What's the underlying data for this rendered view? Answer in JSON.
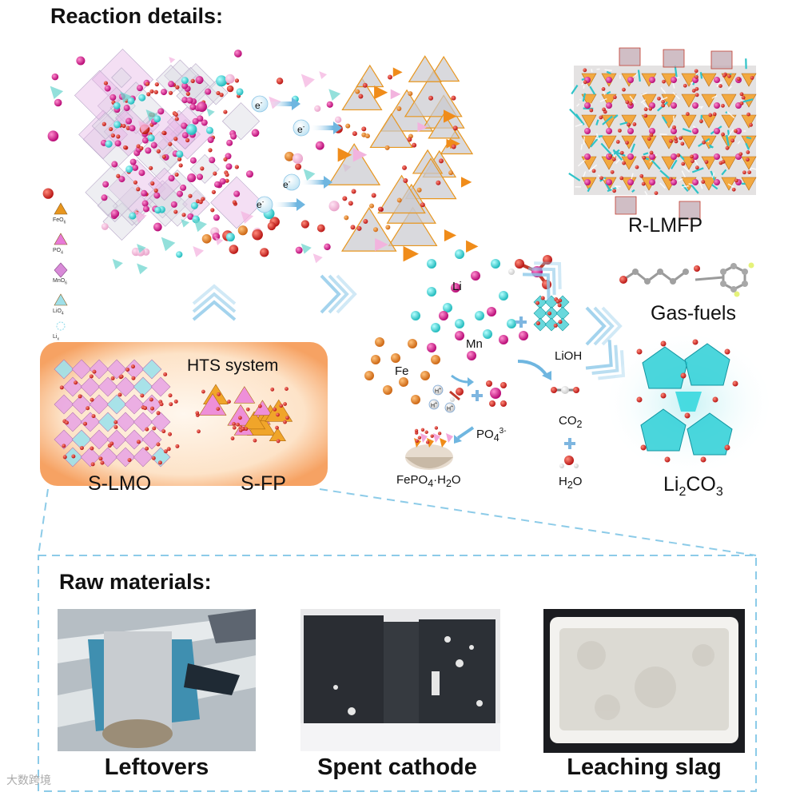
{
  "headings": {
    "reaction": "Reaction details:",
    "raw": "Raw materials:"
  },
  "legend": [
    {
      "id": "feo6",
      "label": "FeO",
      "sub": "6",
      "color": "#e8961e",
      "shape": "tetra"
    },
    {
      "id": "po4",
      "label": "PO",
      "sub": "4",
      "color": "#e87ad8",
      "shape": "tetra"
    },
    {
      "id": "mno6",
      "label": "MnO",
      "sub": "6",
      "color": "#d88ad8",
      "shape": "octa"
    },
    {
      "id": "lio4",
      "label": "LiO",
      "sub": "4",
      "color": "#9fdfe8",
      "shape": "tetra"
    },
    {
      "id": "lix",
      "label": "Li",
      "sub": "x",
      "color": "#9fe0ee",
      "shape": "dashed"
    }
  ],
  "electron": "e",
  "hts": {
    "title": "HTS system",
    "slmo": "S-LMO",
    "sfp": "S-FP"
  },
  "ions": {
    "li": "Li",
    "mn": "Mn",
    "fe": "Fe",
    "h": "H"
  },
  "products": {
    "rlmfp": "R-LMFP",
    "gas_fuels": "Gas-fuels",
    "li2co3": {
      "pre": "Li",
      "sub": "2",
      "post": "CO",
      "sub2": "3"
    },
    "lioh": "LiOH",
    "co2": {
      "pre": "CO",
      "sub": "2"
    },
    "h2o": {
      "pre": "H",
      "sub": "2",
      "post": "O"
    },
    "po4": {
      "pre": "PO",
      "sub": "4",
      "sup": "3-"
    },
    "fepo4": {
      "pre": "FePO",
      "sub": "4",
      "mid": "·H",
      "sub2": "2",
      "post": "O"
    }
  },
  "raw_materials": [
    {
      "id": "leftovers",
      "caption": "Leftovers"
    },
    {
      "id": "spent-cathode",
      "caption": "Spent cathode"
    },
    {
      "id": "leaching-slag",
      "caption": "Leaching slag"
    }
  ],
  "watermark": "大数跨境",
  "colors": {
    "magenta": "#d6178f",
    "cyan": "#3fd6d6",
    "red": "#d42020",
    "orange": "#e8801e",
    "pink": "#f0a8d8",
    "arrow_blue": "#7ec3e6",
    "dash_blue": "#8ccbe8",
    "hts_glow": "#f6a263"
  }
}
